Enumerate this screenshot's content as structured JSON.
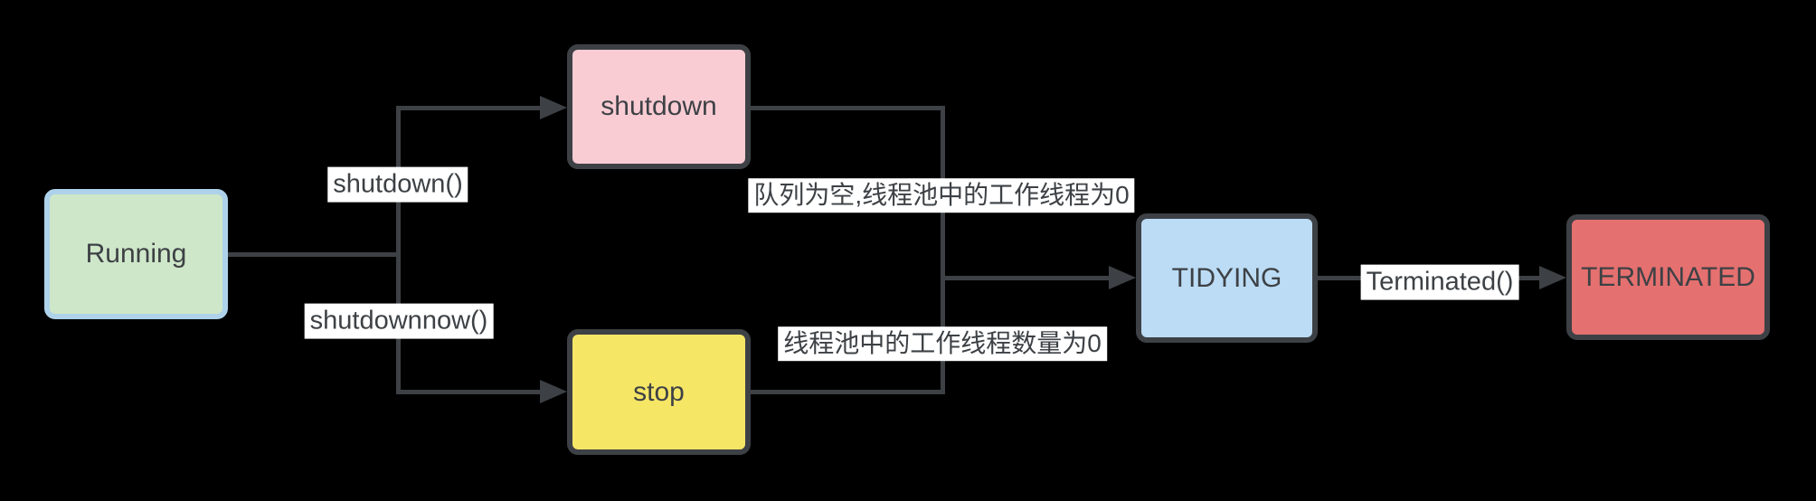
{
  "canvas": {
    "background_color": "#000000",
    "line_color": "#3d4145",
    "label_background_color": "#ffffff",
    "text_color": "#3d4145"
  },
  "nodes": [
    {
      "id": "running",
      "label": "Running",
      "fill": "#cfe7c9",
      "border": "#aed2ea"
    },
    {
      "id": "shutdown",
      "label": "shutdown",
      "fill": "#f9ccd4",
      "border": "#3d4145"
    },
    {
      "id": "stop",
      "label": "stop",
      "fill": "#f6e666",
      "border": "#3d4145"
    },
    {
      "id": "tidying",
      "label": "TIDYING",
      "fill": "#bcdcf5",
      "border": "#3d4145"
    },
    {
      "id": "terminated",
      "label": "TERMINATED",
      "fill": "#e57070",
      "border": "#3d4145"
    }
  ],
  "edges": [
    {
      "from": "running",
      "to": "shutdown",
      "label": "shutdown()"
    },
    {
      "from": "running",
      "to": "stop",
      "label": "shutdownnow()"
    },
    {
      "from": "shutdown",
      "to": "tidying",
      "label": "队列为空,线程池中的工作线程为0"
    },
    {
      "from": "stop",
      "to": "tidying",
      "label": "线程池中的工作线程数量为0"
    },
    {
      "from": "tidying",
      "to": "terminated",
      "label": "Terminated()"
    }
  ]
}
